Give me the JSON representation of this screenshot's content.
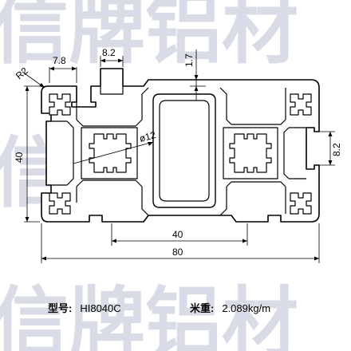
{
  "watermark": {
    "text": "信牌铝材",
    "color": "#d9dce6"
  },
  "dimensions": {
    "slot_left": "7.8",
    "slot_mid": "8.2",
    "wall": "1.7",
    "radius": "R2",
    "height": "40",
    "hole": "ø12",
    "slot_right": "8.2",
    "inner_width": "40",
    "total_width": "80"
  },
  "caption": {
    "model_label": "型号:",
    "model_value": "HI8040C",
    "weight_label": "米重:",
    "weight_value": "2.089kg/m"
  },
  "colors": {
    "profile_fill": "#ffffff",
    "profile_stroke": "#000000",
    "dimension_line": "#000000"
  }
}
